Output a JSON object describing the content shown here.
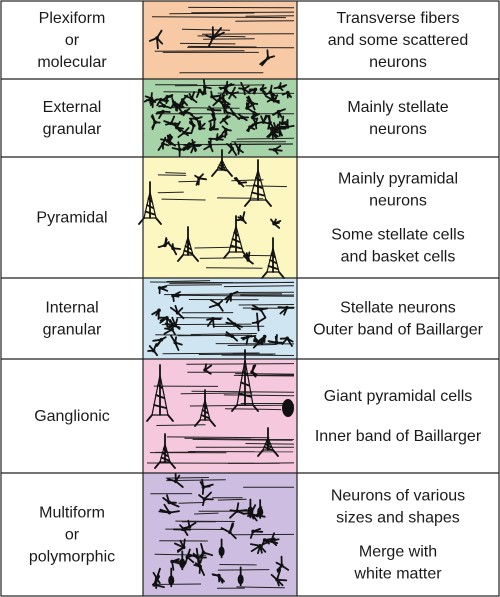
{
  "layers": [
    {
      "key": "plexiform",
      "name_lines": [
        "Plexiform",
        "or",
        "molecular"
      ],
      "desc_groups": [
        [
          "Transverse fibers",
          "and some scattered",
          "neurons"
        ]
      ],
      "color": "#f7c9a4",
      "density": "sparse"
    },
    {
      "key": "external-granular",
      "name_lines": [
        "External",
        "granular"
      ],
      "desc_groups": [
        [
          "Mainly stellate",
          "neurons"
        ]
      ],
      "color": "#a7d3a9",
      "density": "dense"
    },
    {
      "key": "pyramidal",
      "name_lines": [
        "Pyramidal"
      ],
      "desc_groups": [
        [
          "Mainly pyramidal",
          "neurons"
        ],
        [
          "Some stellate cells",
          "and basket cells"
        ]
      ],
      "color": "#fcf6c1",
      "density": "pyramidal"
    },
    {
      "key": "internal-granular",
      "name_lines": [
        "Internal",
        "granular"
      ],
      "desc_groups": [
        [
          "Stellate neurons",
          "Outer band of Baillarger"
        ]
      ],
      "color": "#cfe5f2",
      "density": "band"
    },
    {
      "key": "ganglionic",
      "name_lines": [
        "Ganglionic"
      ],
      "desc_groups": [
        [
          "Giant pyramidal cells"
        ],
        [
          "Inner band of Baillarger"
        ]
      ],
      "color": "#f6c8dd",
      "density": "giant"
    },
    {
      "key": "multiform",
      "name_lines": [
        "Multiform",
        "or",
        "polymorphic"
      ],
      "desc_groups": [
        [
          "Neurons of various",
          "sizes and shapes"
        ],
        [
          "Merge with",
          "white matter"
        ]
      ],
      "color": "#cdbde0",
      "density": "multi"
    }
  ]
}
